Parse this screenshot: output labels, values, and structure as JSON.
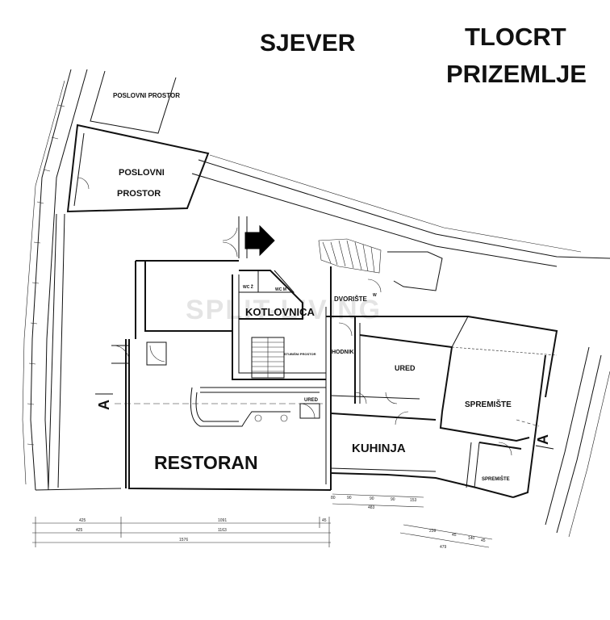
{
  "header": {
    "north_label": "SJEVER",
    "title_line1": "TLOCRT",
    "title_line2": "PRIZEMLJE"
  },
  "rooms": {
    "poslovni_top": "POSLOVNI PROSTOR",
    "poslovni_line1": "POSLOVNI",
    "poslovni_line2": "PROSTOR",
    "wc_z": "WC Ž",
    "wc_m": "WC M",
    "kotlovnica": "KOTLOVNICA",
    "dvoriste": "DVORIŠTE",
    "w": "W",
    "hodnik": "HODNIK",
    "ured_big": "URED",
    "ured_small": "URED",
    "stair_label": "STUBIŠNI PROSTOR",
    "spremiste_big": "SPREMIŠTE",
    "spremiste_small": "SPREMIŠTE",
    "kuhinja": "KUHINJA",
    "restoran": "RESTORAN"
  },
  "section_marks": {
    "left": "A",
    "right": "A"
  },
  "dimensions": {
    "bottom_row1": [
      "425",
      "1091",
      "45"
    ],
    "bottom_row2": [
      "425",
      "1163"
    ],
    "bottom_total": "1576",
    "bottom_right_row1": [
      "80",
      "90",
      "90",
      "90",
      "153"
    ],
    "bottom_right_row2": "483",
    "far_right_row1": [
      "239",
      "45",
      "140",
      "45"
    ],
    "far_right_row2": "479"
  },
  "watermark": "SPLIT-LIVING",
  "icons": {
    "entrance_arrow": "arrow-right-icon"
  }
}
